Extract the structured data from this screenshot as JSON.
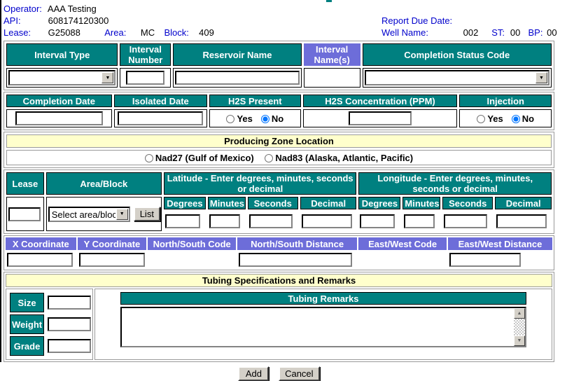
{
  "top": {
    "operator_label": "Operator:",
    "operator": "AAA Testing",
    "api_label": "API:",
    "api": "608174120300",
    "lease_label": "Lease:",
    "lease": "G25088",
    "area_label": "Area:",
    "area": "MC",
    "block_label": "Block:",
    "block": "409",
    "report_due_label": "Report Due Date:",
    "report_due_value": "",
    "well_name_label": "Well Name:",
    "well_name": "002",
    "st_label": "ST:",
    "st": "00",
    "bp_label": "BP:",
    "bp": "00"
  },
  "interval": {
    "headers": [
      "Interval Type",
      "Interval Number",
      "Reservoir Name",
      "Interval Name(s)",
      "Completion Status Code"
    ],
    "interval_type": "",
    "interval_number": "",
    "reservoir_name": "",
    "interval_names": "",
    "completion_status": ""
  },
  "completion": {
    "headers": [
      "Completion Date",
      "Isolated Date",
      "H2S Present",
      "H2S Concentration (PPM)",
      "Injection"
    ],
    "completion_date": "",
    "isolated_date": "",
    "yes_label": "Yes",
    "no_label": "No",
    "h2s_selected": "No",
    "h2s_concentration": "",
    "injection_selected": "No"
  },
  "producing_zone": {
    "title": "Producing Zone Location",
    "nad27_label": "Nad27 (Gulf of Mexico)",
    "nad83_label": "Nad83 (Alaska, Atlantic, Pacific)",
    "selected": ""
  },
  "location": {
    "lease_header": "Lease",
    "area_block_header": "Area/Block",
    "latitude_header": "Latitude - Enter degrees, minutes, seconds or decimal",
    "longitude_header": "Longitude - Enter degrees, minutes, seconds or decimal",
    "sub_headers": [
      "Degrees",
      "Minutes",
      "Seconds",
      "Decimal"
    ],
    "lease_value": "",
    "area_block_value": "Select area/block",
    "list_button": "List",
    "lat_degrees": "",
    "lat_minutes": "",
    "lat_seconds": "",
    "lat_decimal": "",
    "lon_degrees": "",
    "lon_minutes": "",
    "lon_seconds": "",
    "lon_decimal": ""
  },
  "coordinates": {
    "headers": [
      "X Coordinate",
      "Y Coordinate",
      "North/South Code",
      "North/South Distance",
      "East/West Code",
      "East/West Distance"
    ],
    "x": "",
    "y": "",
    "ns_code": "",
    "ns_distance": "",
    "ew_code": "",
    "ew_distance": ""
  },
  "tubing": {
    "title": "Tubing Specifications and Remarks",
    "size_label": "Size",
    "weight_label": "Weight",
    "grade_label": "Grade",
    "size_value": "",
    "weight_value": "",
    "grade_value": "",
    "remarks_header": "Tubing Remarks",
    "remarks_value": ""
  },
  "actions": {
    "add": "Add",
    "cancel": "Cancel"
  },
  "icons": {
    "dropdown_arrow": "▼",
    "scroll_up": "▲",
    "scroll_down": "▼"
  },
  "colors": {
    "teal": "#008080",
    "purple": "#6D6DD9",
    "yellow": "#FFFFCC",
    "label_blue": "#0000CC"
  }
}
